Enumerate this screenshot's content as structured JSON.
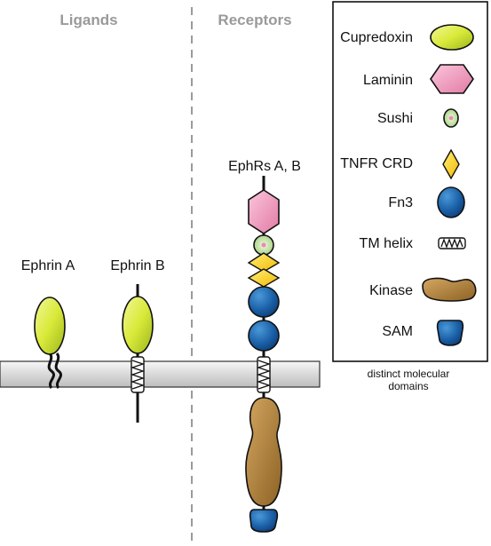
{
  "headers": {
    "ligands": "Ligands",
    "receptors": "Receptors"
  },
  "molecules": {
    "ephrin_a": "Ephrin A",
    "ephrin_b": "Ephrin B",
    "ephrs": "EphRs A, B"
  },
  "legend": {
    "items": [
      {
        "label": "Cupredoxin",
        "icon": "cupredoxin-icon"
      },
      {
        "label": "Laminin",
        "icon": "laminin-icon"
      },
      {
        "label": "Sushi",
        "icon": "sushi-icon"
      },
      {
        "label": "TNFR CRD",
        "icon": "tnfr-crd-icon"
      },
      {
        "label": "Fn3",
        "icon": "fn3-icon"
      },
      {
        "label": "TM helix",
        "icon": "tm-helix-icon"
      },
      {
        "label": "Kinase",
        "icon": "kinase-icon"
      },
      {
        "label": "SAM",
        "icon": "sam-icon"
      }
    ],
    "caption_line1": "distinct molecular",
    "caption_line2": "domains"
  },
  "colors": {
    "cupredoxin": "#d9ea3a",
    "laminin": "#ee88b0",
    "sushi": "#c8e8a8",
    "tnfr": "#ffd21a",
    "fn3": "#1a5fa6",
    "kinase": "#b2843a",
    "sam": "#1f5dae",
    "membrane": "#d9d9d9",
    "header": "#9a9a9a"
  }
}
